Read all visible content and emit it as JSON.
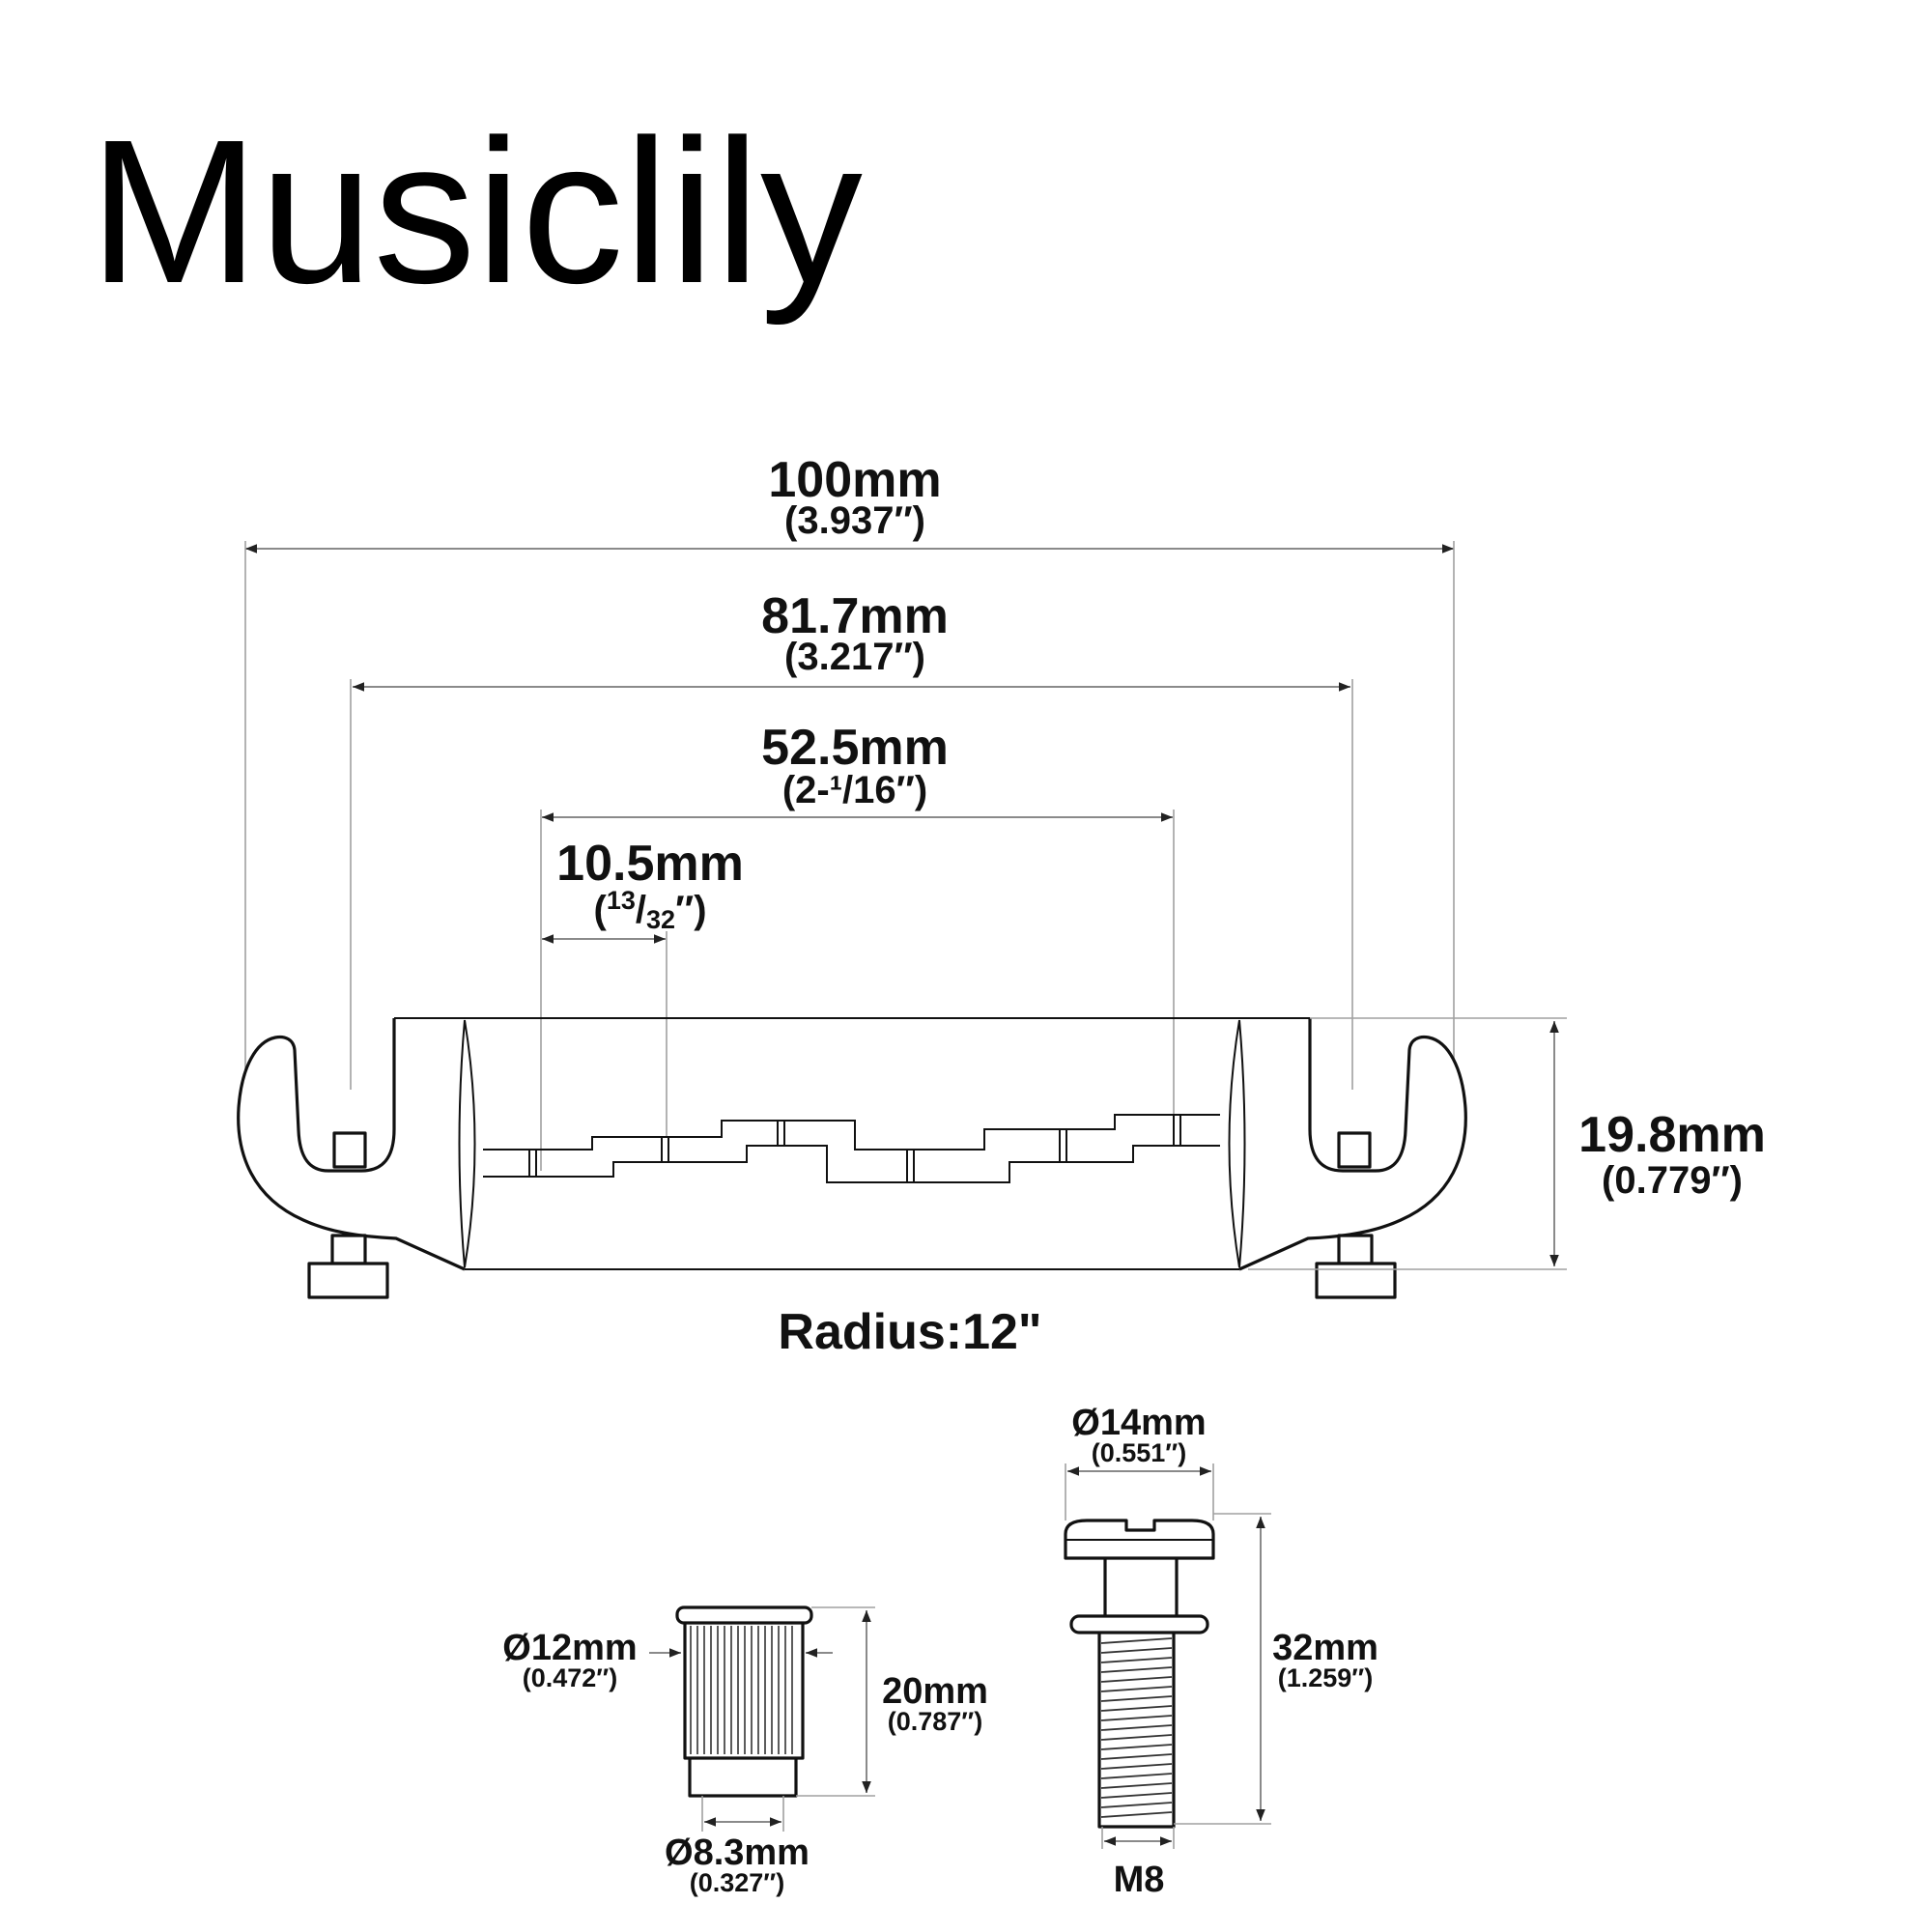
{
  "brand": "Musiclily",
  "bridge": {
    "overall_length": {
      "metric": "100mm",
      "imperial": "(3.937″)"
    },
    "post_spacing": {
      "metric": "81.7mm",
      "imperial": "(3.217″)"
    },
    "outer_string_spacing": {
      "metric": "52.5mm",
      "imperial": "(2-¹/16″)"
    },
    "string_spacing": {
      "metric": "10.5mm",
      "imperial_open": "(",
      "imperial_numerator": "13",
      "imperial_slash": "/",
      "imperial_denominator": "32",
      "imperial_close": "″)"
    },
    "height": {
      "metric": "19.8mm",
      "imperial": "(0.779″)"
    },
    "radius": "Radius:12\""
  },
  "anchor_bushing": {
    "head_diameter": {
      "metric": "Ø12mm",
      "imperial": "(0.472″)"
    },
    "length": {
      "metric": "20mm",
      "imperial": "(0.787″)"
    },
    "shank_diameter": {
      "metric": "Ø8.3mm",
      "imperial": "(0.327″)"
    }
  },
  "stud": {
    "head_diameter": {
      "metric": "Ø14mm",
      "imperial": "(0.551″)"
    },
    "length": {
      "metric": "32mm",
      "imperial": "(1.259″)"
    },
    "thread": "M8"
  }
}
